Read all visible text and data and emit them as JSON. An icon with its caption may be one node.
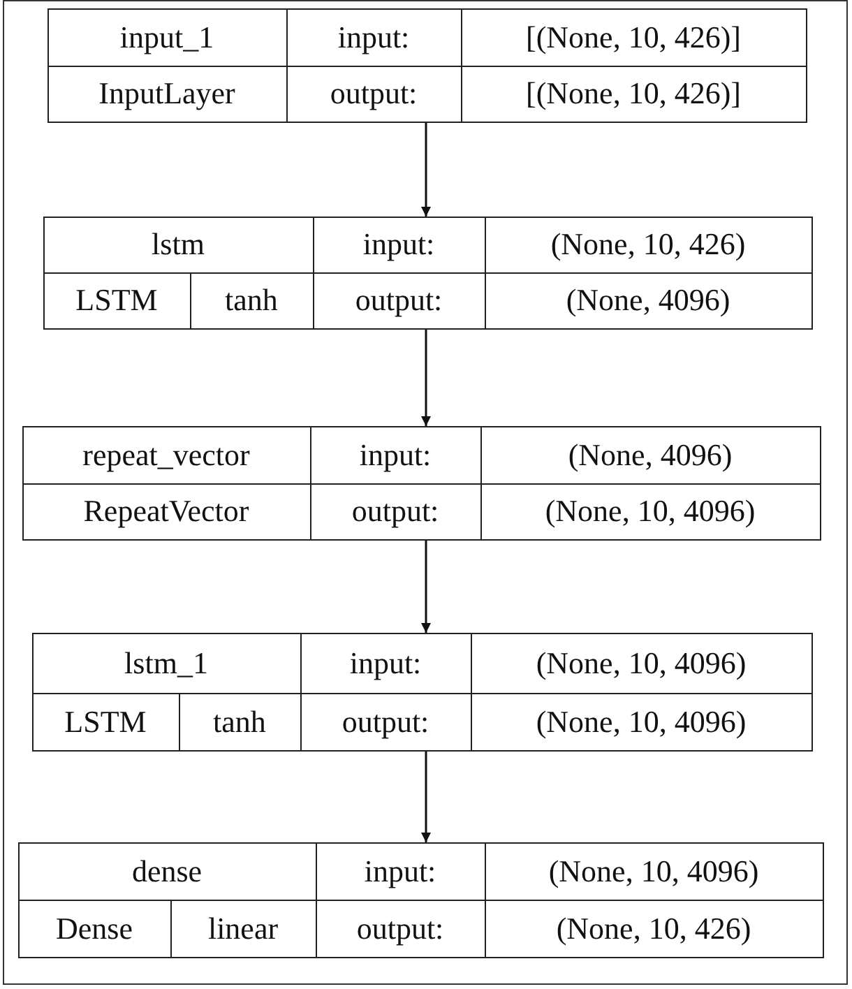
{
  "diagram": {
    "nodes": [
      {
        "text": [
          "input_1",
          "input:",
          "[(None, 10, 426)]",
          "InputLayer",
          "output:",
          "[(None, 10, 426)]"
        ]
      },
      {
        "text": [
          "lstm",
          "input:",
          "(None, 10, 426)",
          "LSTM",
          "tanh",
          "output:",
          "(None, 4096)"
        ]
      },
      {
        "text": [
          "repeat_vector",
          "input:",
          "(None, 4096)",
          "RepeatVector",
          "output:",
          "(None, 10, 4096)"
        ]
      },
      {
        "text": [
          "lstm_1",
          "input:",
          "(None, 10, 4096)",
          "LSTM",
          "tanh",
          "output:",
          "(None, 10, 4096)"
        ]
      },
      {
        "text": [
          "dense",
          "input:",
          "(None, 10, 4096)",
          "Dense",
          "linear",
          "output:",
          "(None, 10, 426)"
        ]
      }
    ],
    "edges": [
      {
        "from": 0,
        "to": 1,
        "arrow": "to"
      },
      {
        "from": 1,
        "to": 2,
        "arrow": "to"
      },
      {
        "from": 2,
        "to": 3,
        "arrow": "to"
      },
      {
        "from": 3,
        "to": 4,
        "arrow": "to"
      }
    ]
  }
}
